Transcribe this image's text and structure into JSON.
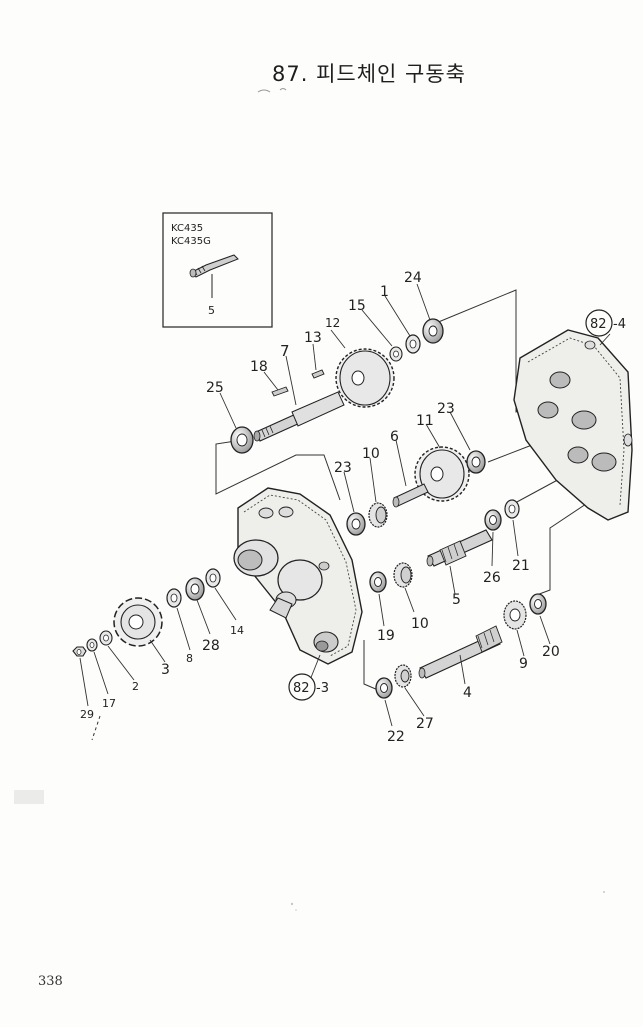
{
  "page": {
    "title": "87. 피드체인 구동축",
    "number": "338"
  },
  "inset": {
    "models": [
      "KC435",
      "KC435G"
    ],
    "part": "5"
  },
  "callouts": {
    "c1": "1",
    "c2": "2",
    "c3": "3",
    "c4": "4",
    "c5": "5",
    "c6": "6",
    "c7": "7",
    "c8": "8",
    "c9": "9",
    "c10a": "10",
    "c10b": "10",
    "c11": "11",
    "c12": "12",
    "c13": "13",
    "c14": "14",
    "c15": "15",
    "c17": "17",
    "c18": "18",
    "c19": "19",
    "c20": "20",
    "c21": "21",
    "c22": "22",
    "c23a": "23",
    "c23b": "23",
    "c24": "24",
    "c25": "25",
    "c26": "26",
    "c27": "27",
    "c28": "28",
    "c29": "29",
    "c82_3_num": "82",
    "c82_3_suffix": "-3",
    "c82_4_num": "82",
    "c82_4_suffix": "-4"
  }
}
